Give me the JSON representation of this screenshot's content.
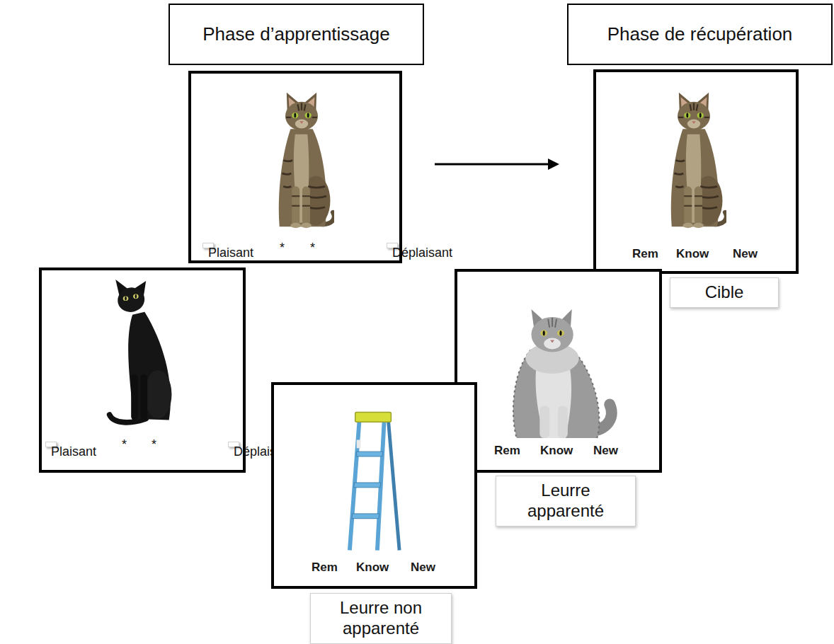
{
  "diagram": {
    "nodes": [
      {
        "text": [
          "Phase d’apprentissage"
        ]
      },
      {
        "text": [
          "Phase de récupération"
        ]
      },
      {
        "text": [
          "*",
          "*"
        ]
      },
      {
        "text": [
          "Plaisant"
        ],
        "in": 2
      },
      {
        "text": [
          "Déplaisant"
        ],
        "in": 2
      },
      {
        "text": [
          "*",
          "*"
        ]
      },
      {
        "text": [
          "Plaisant"
        ],
        "in": 5
      },
      {
        "text": [
          "Déplaisant"
        ],
        "in": 5
      },
      {
        "text": [
          "Rem",
          "Know",
          "New"
        ]
      },
      {
        "text": [
          "Cible"
        ]
      },
      {
        "text": [
          "Rem",
          "Know",
          "New"
        ]
      },
      {
        "text": [
          "Leurre apparenté"
        ]
      },
      {
        "text": [
          "Rem",
          "Know",
          "New"
        ]
      },
      {
        "text": [
          "Leurre non apparenté"
        ]
      }
    ],
    "edges": [
      {
        "from": 2,
        "to": 8,
        "arrow": "to"
      }
    ]
  }
}
